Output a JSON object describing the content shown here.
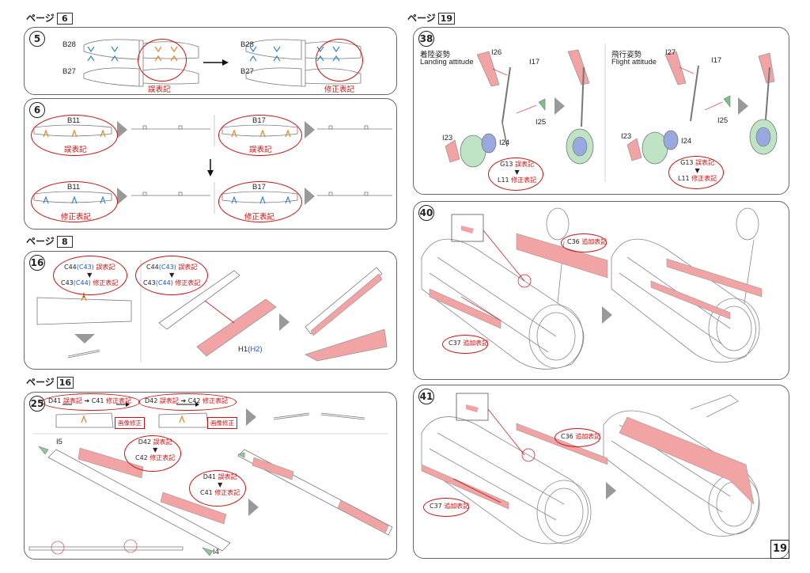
{
  "page_labels": {
    "prefix": "ページ",
    "p6": "6",
    "p8": "8",
    "p16": "16",
    "p19": "19"
  },
  "steps": {
    "s5": "5",
    "s6": "6",
    "s16": "16",
    "s25": "25",
    "s38": "38",
    "s40": "40",
    "s41": "41"
  },
  "terms": {
    "wrong": "誤表記",
    "correct": "修正表記",
    "added": "追加表記",
    "image_fix": "画像修正"
  },
  "step5": {
    "b28": "B28",
    "b27": "B27"
  },
  "step6": {
    "b11": "B11",
    "b17": "B17"
  },
  "step16": {
    "c44": "C44",
    "c43": "C43",
    "h1": "H1",
    "h2": "(H2)",
    "c43p": "(C43)",
    "c44p": "(C44)"
  },
  "step25": {
    "d41": "D41",
    "c41": "C41",
    "d42": "D42",
    "c42": "C42",
    "i5": "I5",
    "i4": "I4"
  },
  "step38": {
    "landing_jp": "着陸姿勢",
    "landing_en": "Landing attitude",
    "flight_jp": "飛行姿勢",
    "flight_en": "Flight attitude",
    "i26": "I26",
    "i17": "I17",
    "i25": "I25",
    "i23": "I23",
    "i24": "I24",
    "i27": "I27",
    "g13": "G13",
    "l11": "L11"
  },
  "step40": {
    "c36": "C36",
    "c37": "C37"
  },
  "page_number": "19",
  "colors": {
    "accent_red": "#cc1111",
    "pink_part": "#f2a3a3",
    "blue_mark": "#2255bb",
    "orange_mark": "#e08a2a"
  }
}
